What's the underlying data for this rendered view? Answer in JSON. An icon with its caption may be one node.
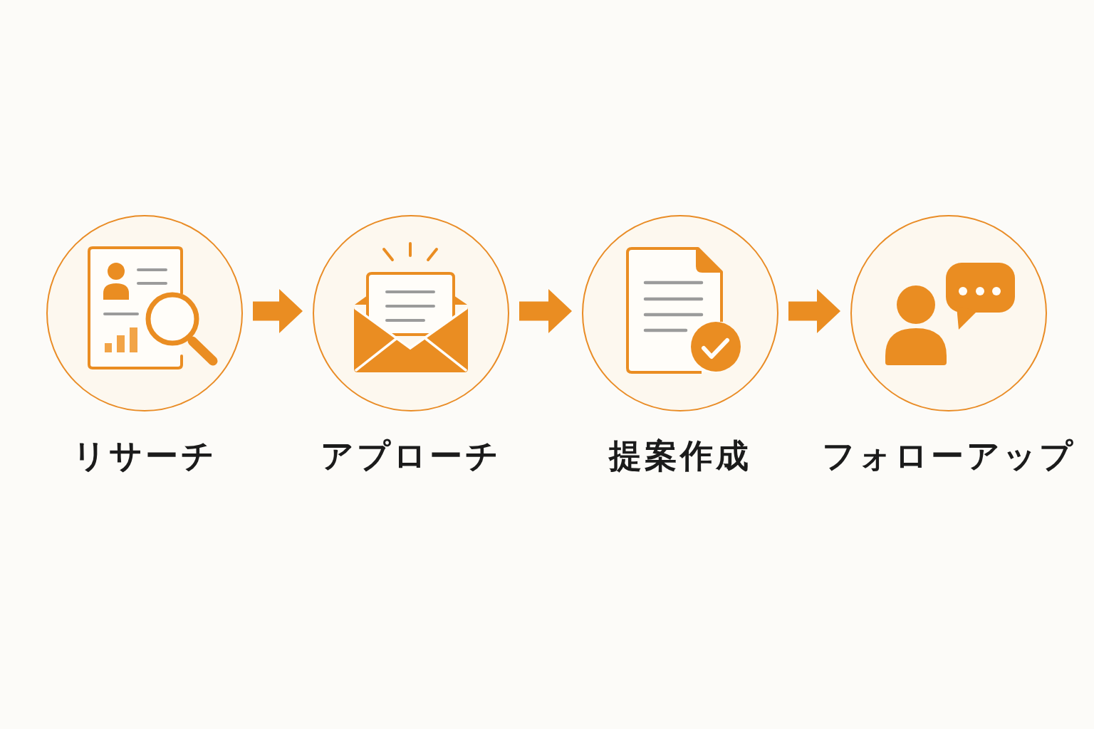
{
  "diagram": {
    "nodes": [
      {
        "text": [
          "リサーチ"
        ]
      },
      {
        "text": [
          "アプローチ"
        ]
      },
      {
        "text": [
          "提案作成"
        ]
      },
      {
        "text": [
          "フォローアップ"
        ]
      }
    ],
    "edges": [
      {
        "from": 0,
        "to": 1,
        "arrow": "to"
      },
      {
        "from": 1,
        "to": 2,
        "arrow": "to"
      },
      {
        "from": 2,
        "to": 3,
        "arrow": "to"
      }
    ]
  }
}
